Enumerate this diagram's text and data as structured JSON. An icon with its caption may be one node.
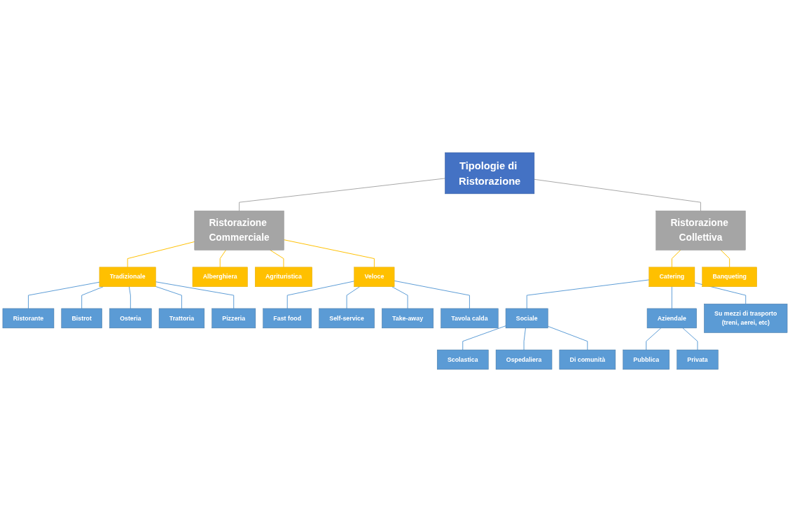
{
  "diagram": {
    "nodes": [
      {
        "text": [
          "Tipologie di Ristorazione"
        ]
      },
      {
        "text": [
          "Ristorazione Commerciale"
        ]
      },
      {
        "text": [
          "Ristorazione Collettiva"
        ]
      },
      {
        "text": [
          "Tradizionale"
        ]
      },
      {
        "text": [
          "Alberghiera"
        ]
      },
      {
        "text": [
          "Agrituristica"
        ]
      },
      {
        "text": [
          "Veloce"
        ]
      },
      {
        "text": [
          "Catering"
        ]
      },
      {
        "text": [
          "Banqueting"
        ]
      },
      {
        "text": [
          "Ristorante"
        ]
      },
      {
        "text": [
          "Bistrot"
        ]
      },
      {
        "text": [
          "Osteria"
        ]
      },
      {
        "text": [
          "Trattoria"
        ]
      },
      {
        "text": [
          "Pizzeria"
        ]
      },
      {
        "text": [
          "Fast food"
        ]
      },
      {
        "text": [
          "Self-service"
        ]
      },
      {
        "text": [
          "Take-away"
        ]
      },
      {
        "text": [
          "Tavola calda"
        ]
      },
      {
        "text": [
          "Sociale"
        ]
      },
      {
        "text": [
          "Aziendale"
        ]
      },
      {
        "text": [
          "Su mezzi di trasporto",
          "(treni, aerei, etc)"
        ]
      },
      {
        "text": [
          "Scolastica"
        ]
      },
      {
        "text": [
          "Ospedaliera"
        ]
      },
      {
        "text": [
          "Di comunità"
        ]
      },
      {
        "text": [
          "Pubblica"
        ]
      },
      {
        "text": [
          "Privata"
        ]
      }
    ],
    "edges": [
      {
        "from": 0,
        "to": 1,
        "arrow": "none",
        "color": "#a6a6a6"
      },
      {
        "from": 0,
        "to": 2,
        "arrow": "none",
        "color": "#a6a6a6"
      },
      {
        "from": 1,
        "to": 3,
        "arrow": "none",
        "color": "#ffc000"
      },
      {
        "from": 1,
        "to": 4,
        "arrow": "none",
        "color": "#ffc000"
      },
      {
        "from": 1,
        "to": 5,
        "arrow": "none",
        "color": "#ffc000"
      },
      {
        "from": 1,
        "to": 6,
        "arrow": "none",
        "color": "#ffc000"
      },
      {
        "from": 2,
        "to": 7,
        "arrow": "none",
        "color": "#ffc000"
      },
      {
        "from": 2,
        "to": 8,
        "arrow": "none",
        "color": "#ffc000"
      },
      {
        "from": 3,
        "to": 9,
        "arrow": "none"
      },
      {
        "from": 3,
        "to": 10,
        "arrow": "none"
      },
      {
        "from": 3,
        "to": 11,
        "arrow": "none"
      },
      {
        "from": 3,
        "to": 12,
        "arrow": "none"
      },
      {
        "from": 3,
        "to": 13,
        "arrow": "none"
      },
      {
        "from": 6,
        "to": 14,
        "arrow": "none"
      },
      {
        "from": 6,
        "to": 15,
        "arrow": "none"
      },
      {
        "from": 6,
        "to": 16,
        "arrow": "none"
      },
      {
        "from": 6,
        "to": 17,
        "arrow": "none"
      },
      {
        "from": 7,
        "to": 18,
        "arrow": "none"
      },
      {
        "from": 7,
        "to": 19,
        "arrow": "none"
      },
      {
        "from": 7,
        "to": 20,
        "arrow": "none"
      },
      {
        "from": 18,
        "to": 21,
        "arrow": "none"
      },
      {
        "from": 18,
        "to": 22,
        "arrow": "none"
      },
      {
        "from": 18,
        "to": 23,
        "arrow": "none"
      },
      {
        "from": 19,
        "to": 24,
        "arrow": "none"
      },
      {
        "from": 19,
        "to": 25,
        "arrow": "none"
      }
    ]
  }
}
